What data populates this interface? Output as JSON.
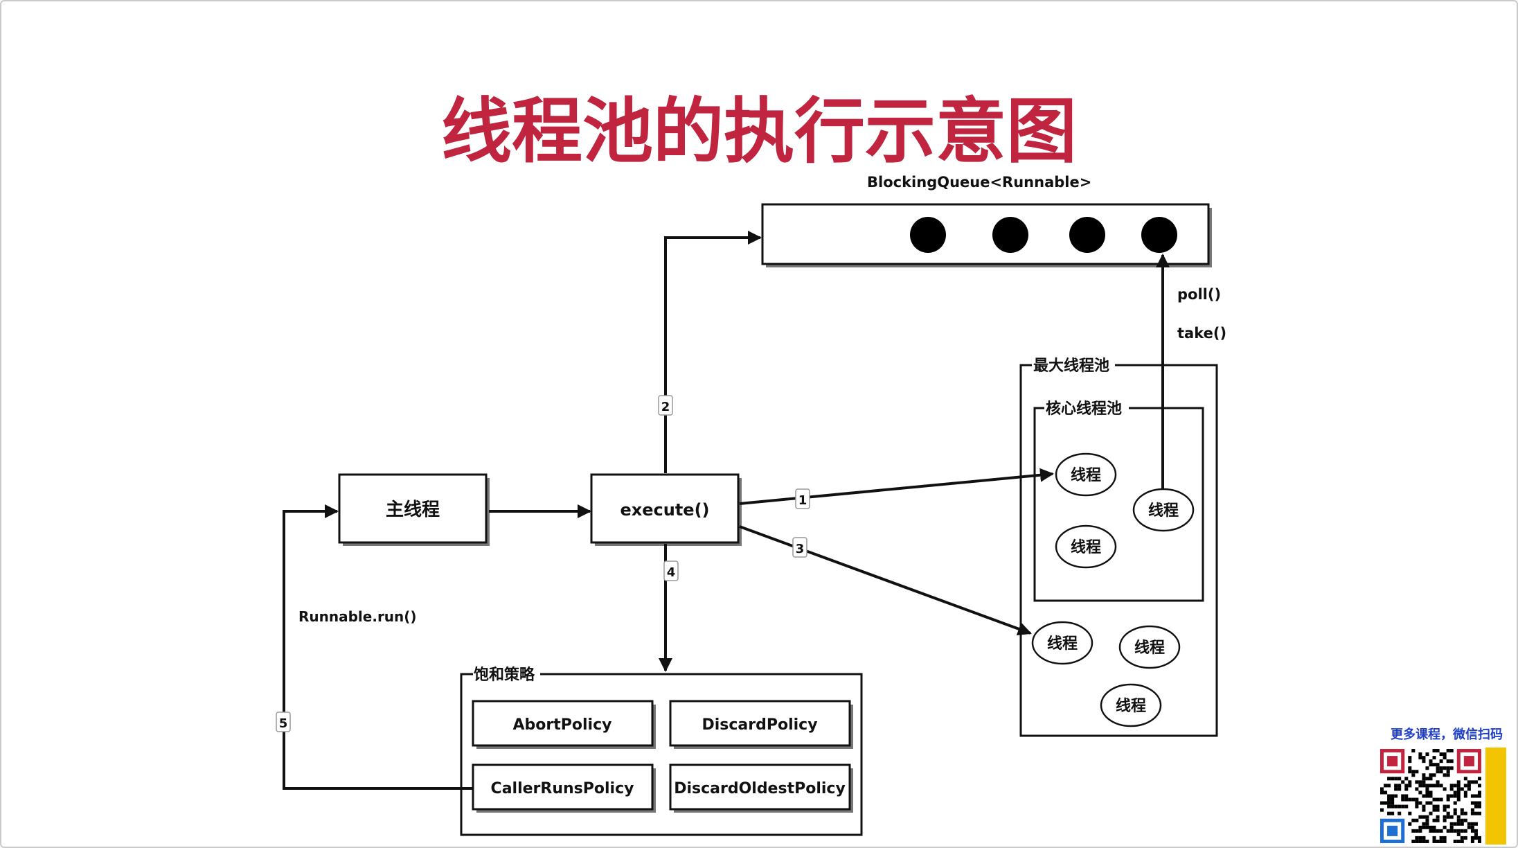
{
  "title": "线程池的执行示意图",
  "queue": {
    "label": "BlockingQueue<Runnable>",
    "item_count": 4
  },
  "queue_ops": {
    "poll": "poll()",
    "take": "take()"
  },
  "main_thread": {
    "label": "主线程"
  },
  "execute": {
    "label": "execute()"
  },
  "runnable_run": {
    "label": "Runnable.run()"
  },
  "steps": [
    "1",
    "2",
    "3",
    "4",
    "5"
  ],
  "max_pool": {
    "label": "最大线程池"
  },
  "core_pool": {
    "label": "核心线程池"
  },
  "thread_label": "线程",
  "saturation": {
    "label": "饱和策略",
    "policies": [
      "AbortPolicy",
      "DiscardPolicy",
      "CallerRunsPolicy",
      "DiscardOldestPolicy"
    ]
  },
  "qr": {
    "caption": "更多课程，微信扫码"
  },
  "colors": {
    "title": "#c0243e",
    "qr_caption": "#1f3fc7",
    "qr_accent": "#f2c400"
  }
}
